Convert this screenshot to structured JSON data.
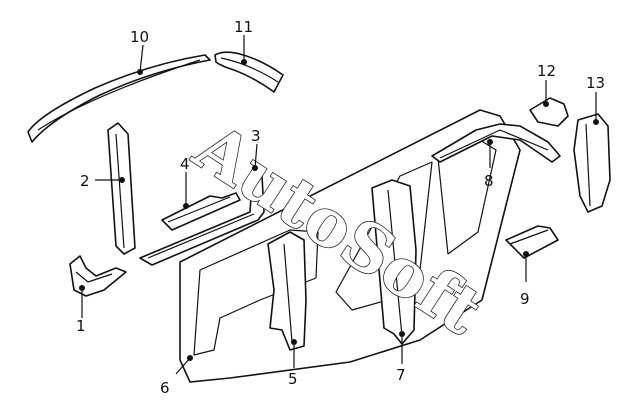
{
  "watermark": {
    "text": "AutoSoft",
    "colors": {
      "outline": "#2a2a2a",
      "fill": "#ffffff"
    }
  },
  "callouts": [
    {
      "id": "1",
      "label": "1"
    },
    {
      "id": "2",
      "label": "2"
    },
    {
      "id": "3",
      "label": "3"
    },
    {
      "id": "4",
      "label": "4"
    },
    {
      "id": "5",
      "label": "5"
    },
    {
      "id": "6",
      "label": "6"
    },
    {
      "id": "7",
      "label": "7"
    },
    {
      "id": "8",
      "label": "8"
    },
    {
      "id": "9",
      "label": "9"
    },
    {
      "id": "10",
      "label": "10"
    },
    {
      "id": "11",
      "label": "11"
    },
    {
      "id": "12",
      "label": "12"
    },
    {
      "id": "13",
      "label": "13"
    }
  ],
  "colors": {
    "line": "#111111",
    "background": "#ffffff"
  }
}
